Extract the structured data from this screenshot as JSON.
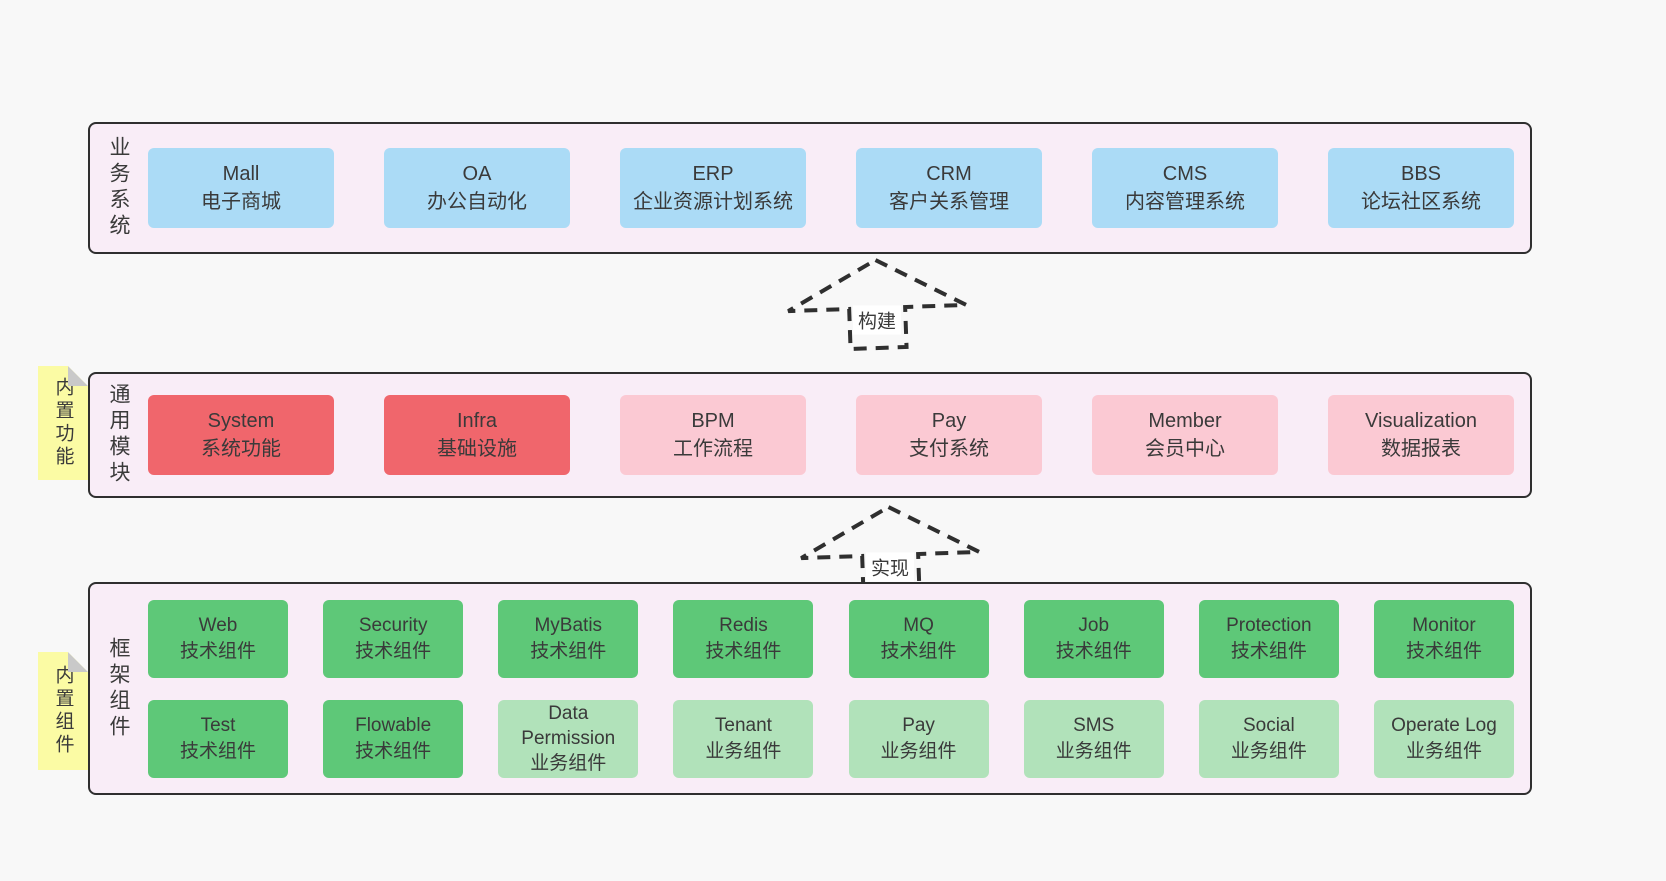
{
  "colors": {
    "page_bg": "#f8f8f8",
    "container_bg": "#f9edf7",
    "container_border": "#2f2f2f",
    "blue": "#abdbf6",
    "red": "#f0666c",
    "pink": "#fbc9d3",
    "green_dark": "#5ec878",
    "green_light": "#b1e2ba",
    "tag_bg": "#fbfba4",
    "tag_fold": "#c9c9c9",
    "text": "#3a3a3a"
  },
  "arrows": [
    {
      "label": "构建"
    },
    {
      "label": "实现"
    }
  ],
  "layers": [
    {
      "id": "business",
      "label": "业务系统",
      "rows": [
        [
          {
            "title": "Mall",
            "subtitle": "电子商城",
            "type": "blue"
          },
          {
            "title": "OA",
            "subtitle": "办公自动化",
            "type": "blue"
          },
          {
            "title": "ERP",
            "subtitle": "企业资源计划系统",
            "type": "blue"
          },
          {
            "title": "CRM",
            "subtitle": "客户关系管理",
            "type": "blue"
          },
          {
            "title": "CMS",
            "subtitle": "内容管理系统",
            "type": "blue"
          },
          {
            "title": "BBS",
            "subtitle": "论坛社区系统",
            "type": "blue"
          }
        ]
      ]
    },
    {
      "id": "modules",
      "label": "通用模块",
      "tag": "内置功能",
      "rows": [
        [
          {
            "title": "System",
            "subtitle": "系统功能",
            "type": "red"
          },
          {
            "title": "Infra",
            "subtitle": "基础设施",
            "type": "red"
          },
          {
            "title": "BPM",
            "subtitle": "工作流程",
            "type": "pink"
          },
          {
            "title": "Pay",
            "subtitle": "支付系统",
            "type": "pink"
          },
          {
            "title": "Member",
            "subtitle": "会员中心",
            "type": "pink"
          },
          {
            "title": "Visualization",
            "subtitle": "数据报表",
            "type": "pink"
          }
        ]
      ]
    },
    {
      "id": "components",
      "label": "框架组件",
      "tag": "内置组件",
      "rows": [
        [
          {
            "title": "Web",
            "subtitle": "技术组件",
            "type": "green"
          },
          {
            "title": "Security",
            "subtitle": "技术组件",
            "type": "green"
          },
          {
            "title": "MyBatis",
            "subtitle": "技术组件",
            "type": "green"
          },
          {
            "title": "Redis",
            "subtitle": "技术组件",
            "type": "green"
          },
          {
            "title": "MQ",
            "subtitle": "技术组件",
            "type": "green"
          },
          {
            "title": "Job",
            "subtitle": "技术组件",
            "type": "green"
          },
          {
            "title": "Protection",
            "subtitle": "技术组件",
            "type": "green"
          },
          {
            "title": "Monitor",
            "subtitle": "技术组件",
            "type": "green"
          }
        ],
        [
          {
            "title": "Test",
            "subtitle": "技术组件",
            "type": "green"
          },
          {
            "title": "Flowable",
            "subtitle": "技术组件",
            "type": "green"
          },
          {
            "title": "Data Permission",
            "subtitle": "业务组件",
            "type": "green-light"
          },
          {
            "title": "Tenant",
            "subtitle": "业务组件",
            "type": "green-light"
          },
          {
            "title": "Pay",
            "subtitle": "业务组件",
            "type": "green-light"
          },
          {
            "title": "SMS",
            "subtitle": "业务组件",
            "type": "green-light"
          },
          {
            "title": "Social",
            "subtitle": "业务组件",
            "type": "green-light"
          },
          {
            "title": "Operate Log",
            "subtitle": "业务组件",
            "type": "green-light"
          }
        ]
      ]
    }
  ]
}
